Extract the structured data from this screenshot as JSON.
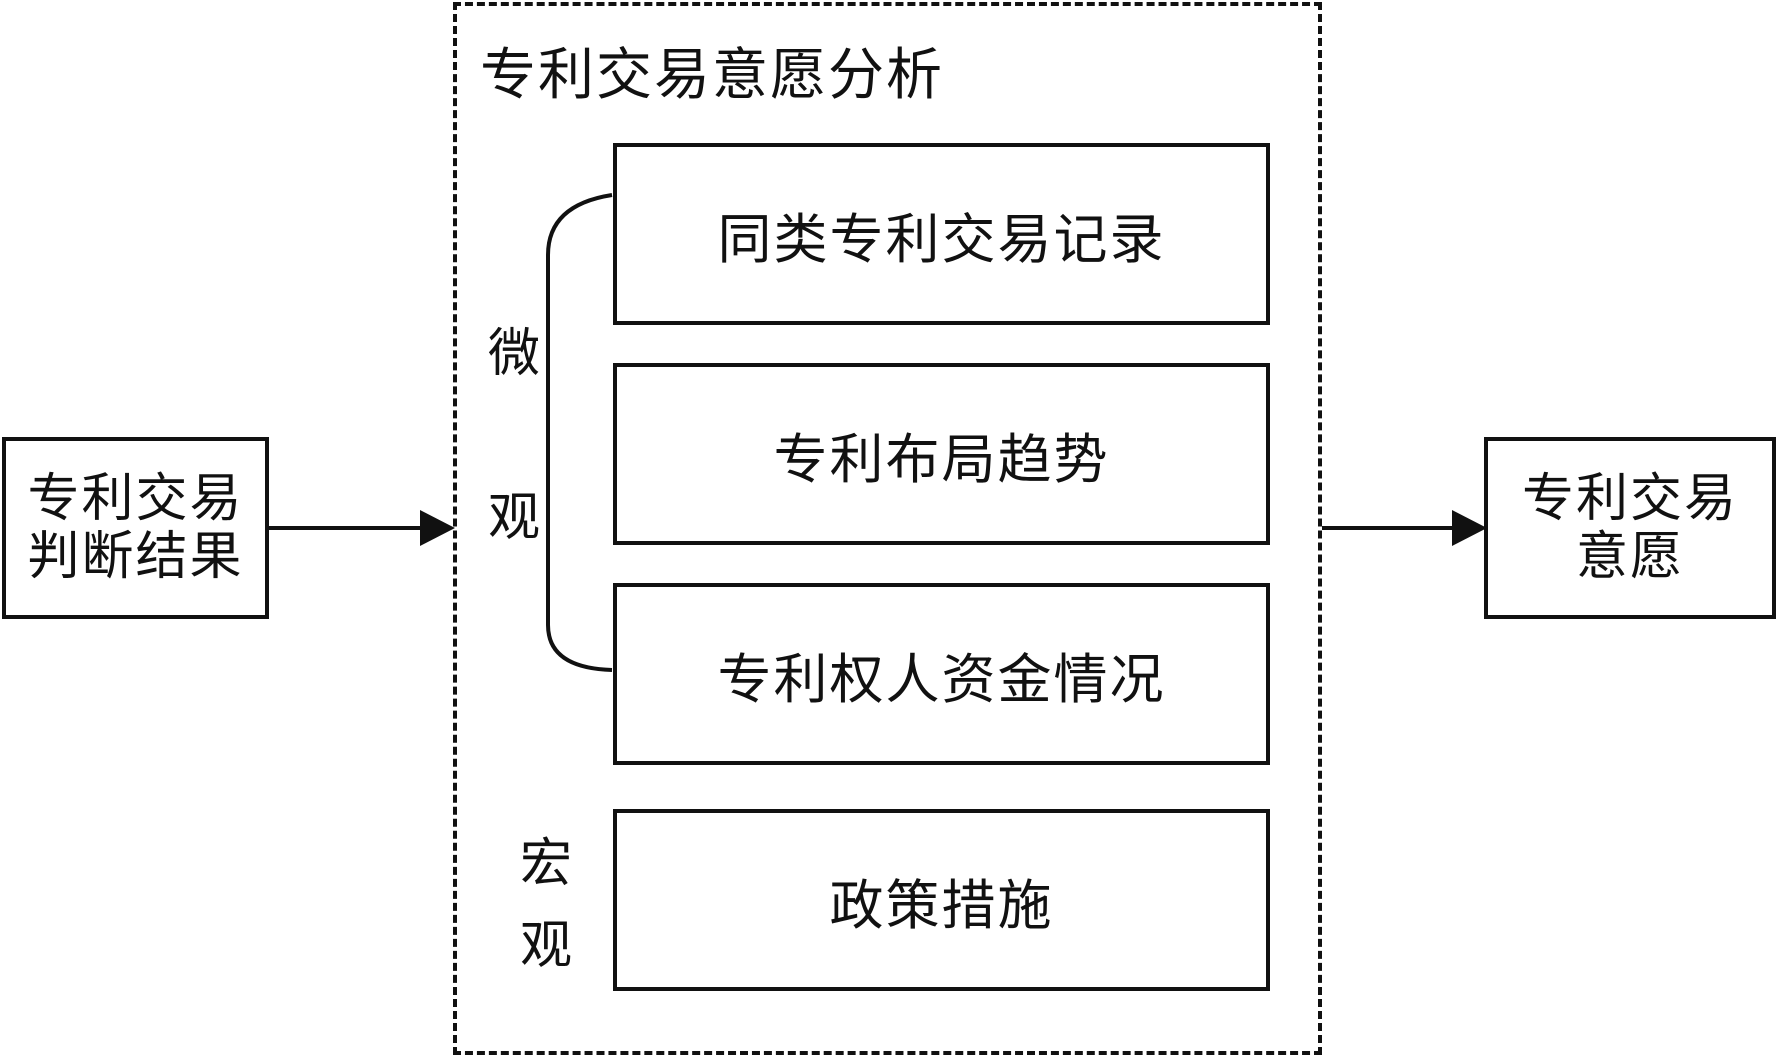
{
  "diagram": {
    "input": {
      "lines": [
        "专利交易",
        "判断结果"
      ]
    },
    "analysis": {
      "title": "专利交易意愿分析",
      "micro_label": [
        "微",
        "观"
      ],
      "macro_label": [
        "宏",
        "观"
      ],
      "items": [
        "同类专利交易记录",
        "专利布局趋势",
        "专利权人资金情况",
        "政策措施"
      ]
    },
    "output": {
      "lines": [
        "专利交易",
        "意愿"
      ]
    }
  }
}
